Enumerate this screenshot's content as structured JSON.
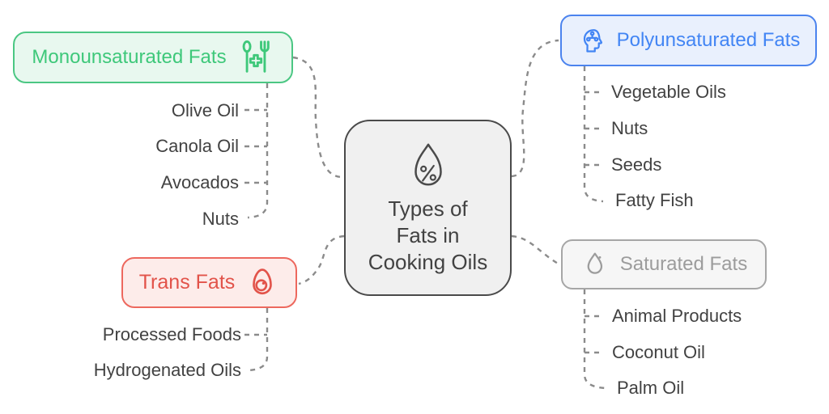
{
  "diagram": {
    "center_node": {
      "icon": "percent-droplet-icon",
      "line1": "Types of",
      "line2": "Fats in",
      "line3": "Cooking Oils"
    },
    "branches": {
      "monounsaturated": {
        "label": "Monounsaturated Fats",
        "icon": "cutlery-plus-icon",
        "accent_color": "#3ec87a",
        "background_color": "#e8f8ef",
        "items": [
          "Olive Oil",
          "Canola Oil",
          "Avocados",
          "Nuts"
        ]
      },
      "polyunsaturated": {
        "label": "Polyunsaturated Fats",
        "icon": "psychology-head-icon",
        "accent_color": "#4285f4",
        "background_color": "#e9f0fd",
        "items": [
          "Vegetable Oils",
          "Nuts",
          "Seeds",
          "Fatty Fish"
        ]
      },
      "trans": {
        "label": "Trans Fats",
        "icon": "egg-icon",
        "accent_color": "#e2534a",
        "background_color": "#fdecea",
        "items": [
          "Processed Foods",
          "Hydrogenated Oils"
        ]
      },
      "saturated": {
        "label": "Saturated Fats",
        "icon": "water-drop-icon",
        "accent_color": "#9c9c9c",
        "background_color": "#f6f6f6",
        "items": [
          "Animal Products",
          "Coconut Oil",
          "Palm Oil"
        ]
      }
    },
    "center_text_color": "#424242",
    "center_border_color": "#4a4a4a",
    "connector_color": "#8b8b8b"
  }
}
